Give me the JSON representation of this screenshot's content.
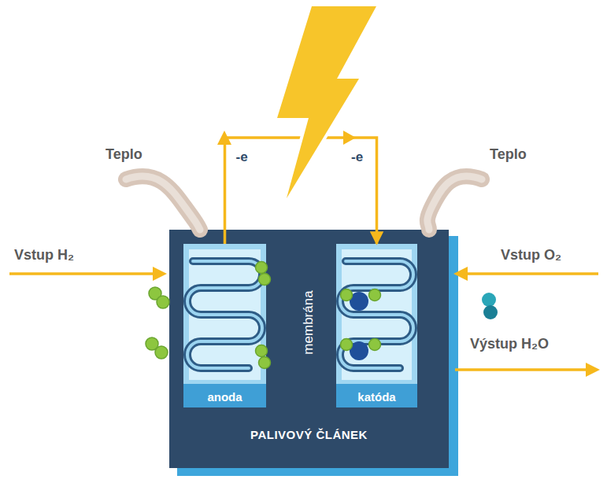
{
  "diagram": {
    "nodes": [
      {
        "text": [
          "PALIVOVÝ ČLÁNEK"
        ]
      },
      {
        "text": [
          "anoda"
        ],
        "in": 0
      },
      {
        "text": [
          "katóda"
        ],
        "in": 0
      }
    ],
    "edges": [
      {
        "from": 1,
        "to": 2,
        "arrow": "to",
        "label": "-e"
      }
    ],
    "labels": [
      "-e",
      "Teplo",
      "Teplo",
      "Vstup H₂",
      "Vstup O₂",
      "Výstup H₂O",
      "membrána"
    ]
  }
}
